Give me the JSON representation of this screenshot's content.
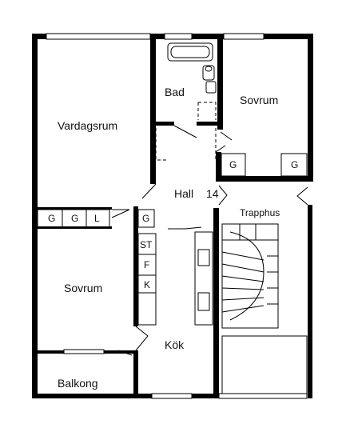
{
  "rooms": {
    "vardagsrum": "Vardagsrum",
    "bad": "Bad",
    "sovrum_right": "Sovrum",
    "hall": "Hall",
    "hall_number": "14",
    "trapphus": "Trapphus",
    "sovrum_left": "Sovrum",
    "kok": "Kök",
    "balkong": "Balkong"
  },
  "cabinets": {
    "sovrum_right_left": "G",
    "sovrum_right_right": "G",
    "row_g1": "G",
    "row_g2": "G",
    "row_l": "L",
    "hall_g": "G",
    "kitchen_st": "ST",
    "kitchen_f": "F",
    "kitchen_k": "K"
  }
}
